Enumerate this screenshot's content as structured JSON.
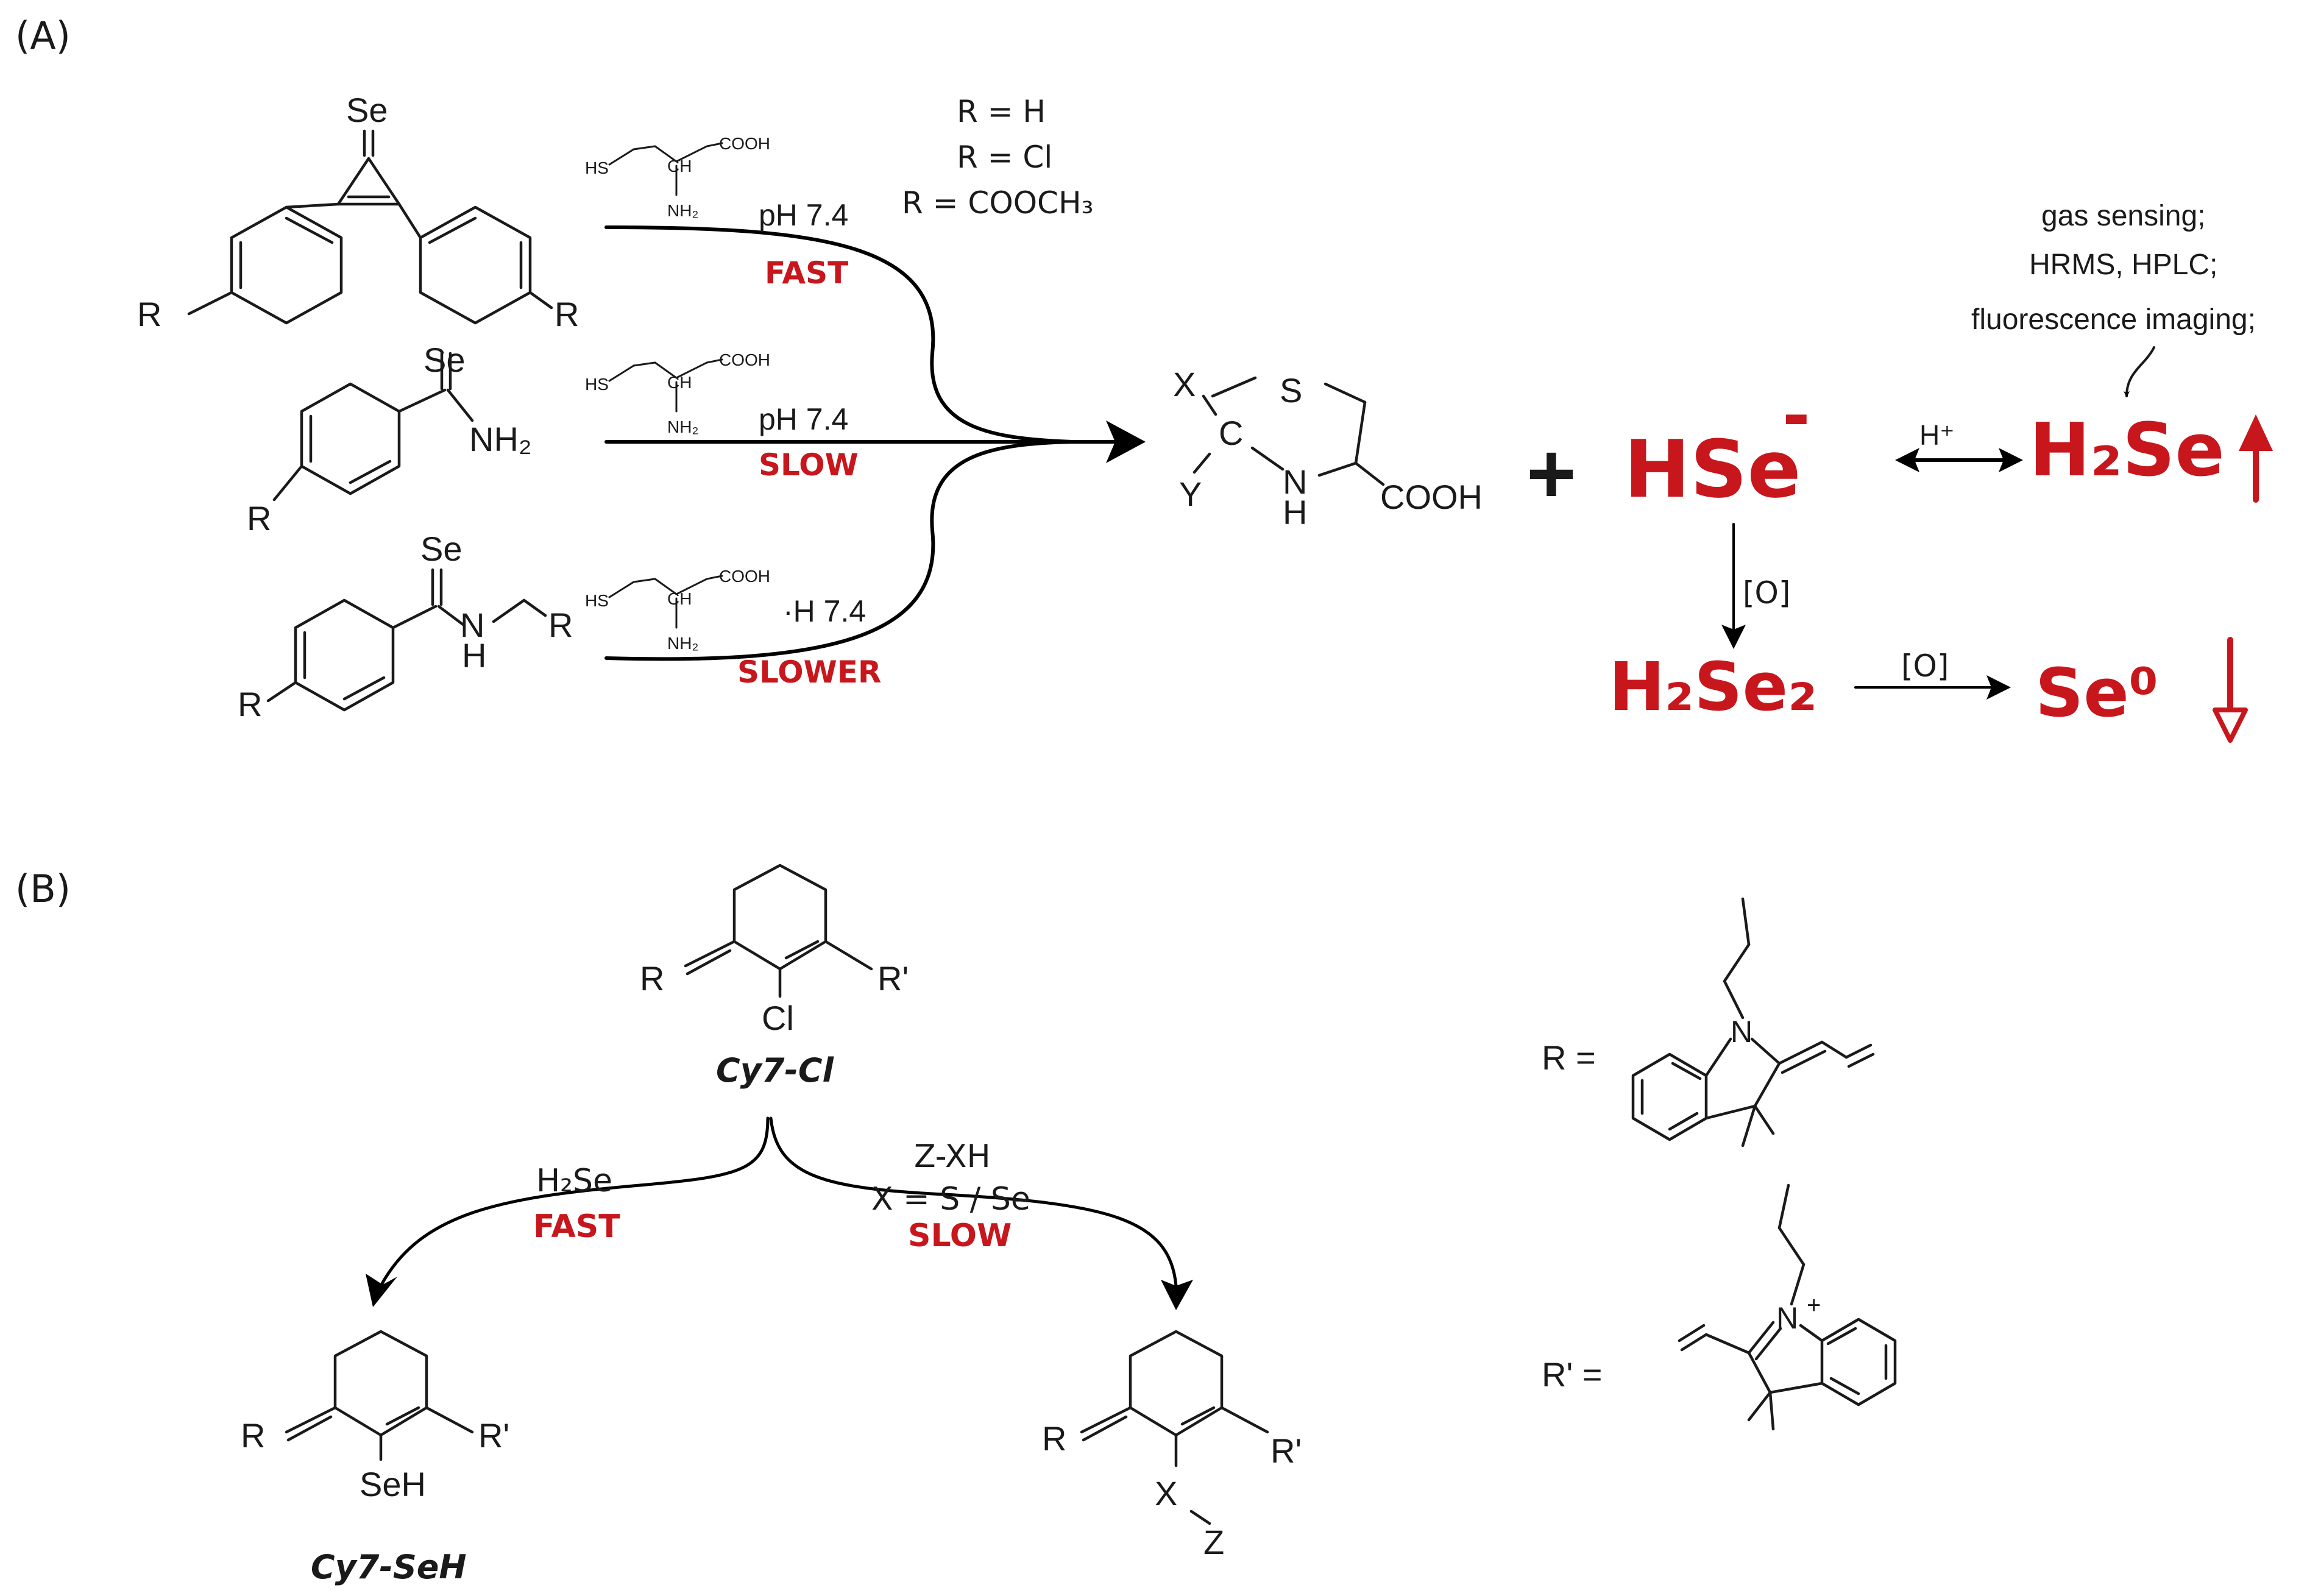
{
  "panel_a": {
    "label": "(A)",
    "reagent": {
      "hs": "HS",
      "ch": "CH",
      "cooh": "COOH",
      "nh2": "NH₂"
    },
    "rows": [
      {
        "ph": "pH 7.4",
        "speed": "FAST"
      },
      {
        "ph": "pH 7.4",
        "speed": "SLOW"
      },
      {
        "ph": "·H 7.4",
        "speed": "SLOWER"
      }
    ],
    "r_options": [
      "R = H",
      "R = Cl",
      "R = COOCH₃"
    ],
    "donor1": {
      "se": "Se",
      "r_left": "R",
      "r_right": "R"
    },
    "donor2": {
      "se": "Se",
      "nh2": "NH₂",
      "r": "R"
    },
    "donor3": {
      "se": "Se",
      "n": "N",
      "h": "H",
      "r_chain": "R",
      "r": "R"
    },
    "product": {
      "x": "X",
      "y": "Y",
      "c": "C",
      "s": "S",
      "n": "N",
      "h": "H",
      "cooh": "COOH"
    },
    "plus": "+",
    "hse": "HSe",
    "hse_charge": "-",
    "h_plus": "H⁺",
    "h2se": "H₂Se",
    "h2se2": "H₂Se₂",
    "se0": "Se⁰",
    "ox1": "[O]",
    "ox2": "[O]",
    "detection": [
      "gas sensing;",
      "HRMS, HPLC;",
      "fluorescence imaging;"
    ]
  },
  "panel_b": {
    "label": "(B)",
    "cy7cl": {
      "r": "R",
      "rp": "R'",
      "cl": "Cl",
      "name": "Cy7-Cl"
    },
    "left_reagent": "H₂Se",
    "left_speed": "FAST",
    "right_reagent": "Z-XH",
    "right_cond": "X = S / Se",
    "right_speed": "SLOW",
    "cy7seh": {
      "r": "R",
      "rp": "R'",
      "seh": "SeH",
      "name": "Cy7-SeH"
    },
    "cy7xz": {
      "r": "R",
      "rp": "R'",
      "x": "X",
      "z": "Z"
    },
    "r_def": {
      "label": "R =",
      "n": "N"
    },
    "rp_def": {
      "label": "R' =",
      "n": "N",
      "charge": "+"
    }
  }
}
